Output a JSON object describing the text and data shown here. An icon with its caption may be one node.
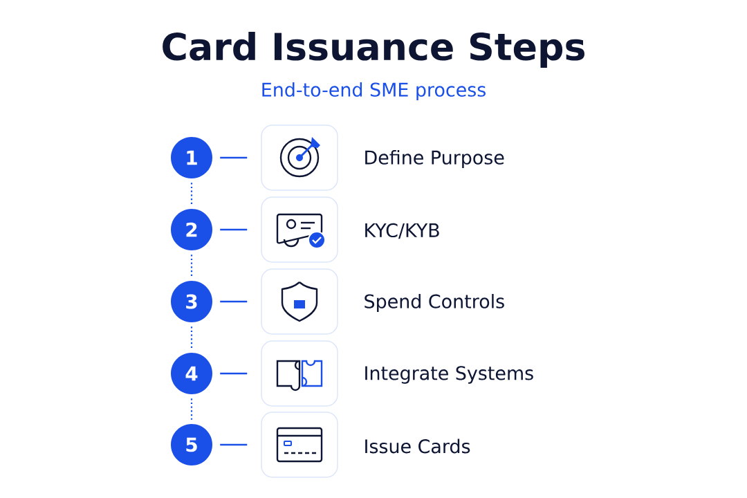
{
  "diagram": {
    "title": "Card Issuance Steps",
    "caption": "End-to-end SME process",
    "nodes": [
      {
        "text": [
          "1"
        ]
      },
      {
        "text": [],
        "shape": "box",
        "beside": [
          "Define Purpose"
        ]
      },
      {
        "text": [
          "2"
        ]
      },
      {
        "text": [],
        "shape": "box",
        "beside": [
          "KYC/KYB"
        ]
      },
      {
        "text": [
          "3"
        ]
      },
      {
        "text": [],
        "shape": "box",
        "beside": [
          "Spend Controls"
        ]
      },
      {
        "text": [
          "4"
        ]
      },
      {
        "text": [],
        "shape": "box",
        "beside": [
          "Integrate Systems"
        ]
      },
      {
        "text": [
          "5"
        ]
      },
      {
        "text": [],
        "shape": "box",
        "beside": [
          "Issue Cards"
        ]
      }
    ],
    "edges": [
      {
        "from": 0,
        "to": 1,
        "arrow": "none"
      },
      {
        "from": 0,
        "to": 2,
        "arrow": "none",
        "style": "dashed"
      },
      {
        "from": 2,
        "to": 3,
        "arrow": "none"
      },
      {
        "from": 2,
        "to": 4,
        "arrow": "none",
        "style": "dashed"
      },
      {
        "from": 4,
        "to": 5,
        "arrow": "none"
      },
      {
        "from": 4,
        "to": 6,
        "arrow": "none",
        "style": "dashed"
      },
      {
        "from": 6,
        "to": 7,
        "arrow": "none"
      },
      {
        "from": 6,
        "to": 8,
        "arrow": "none",
        "style": "dashed"
      },
      {
        "from": 8,
        "to": 9,
        "arrow": "none"
      }
    ]
  }
}
